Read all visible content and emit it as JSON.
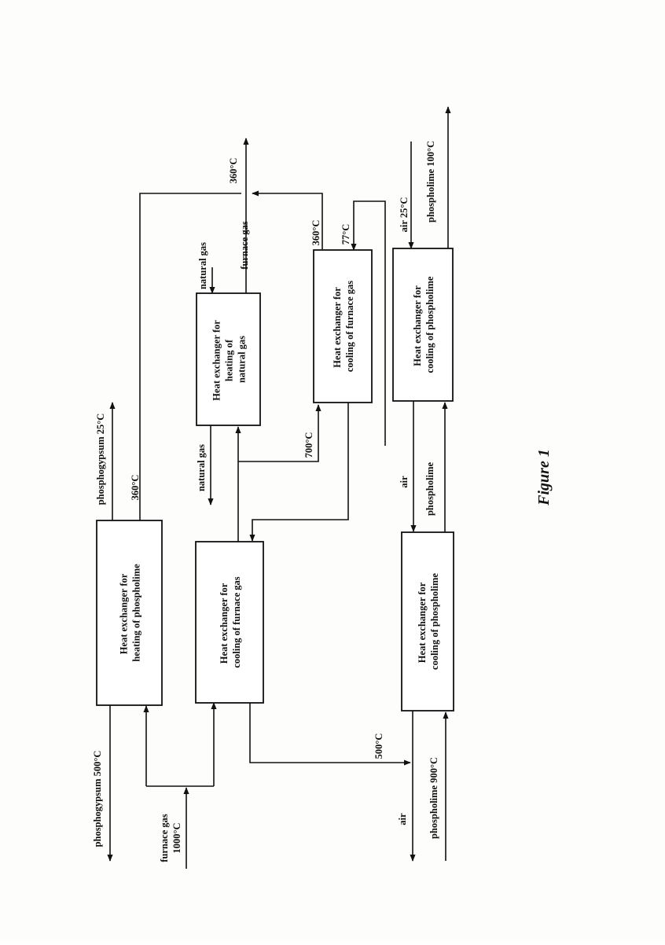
{
  "figure": {
    "caption": "Figure 1"
  },
  "boxes": {
    "hx_heat_phospholime": {
      "line1": "Heat exchanger for",
      "line2": "heating of phospholime"
    },
    "hx_cool_furnace_gas_1": {
      "line1": "Heat exchanger for",
      "line2": "cooling of furnace gas"
    },
    "hx_heat_natural_gas": {
      "line1": "Heat exchanger for",
      "line2": "heating of",
      "line3": "natural gas"
    },
    "hx_cool_furnace_gas_2": {
      "line1": "Heat exchanger for",
      "line2": "cooling of furnace gas"
    },
    "hx_cool_phospholime_1": {
      "line1": "Heat exchanger for",
      "line2": "cooling of phospholime"
    },
    "hx_cool_phospholime_2": {
      "line1": "Heat exchanger for",
      "line2": "cooling of phospholime"
    }
  },
  "labels": {
    "phosphogypsum_in": "phosphogypsum 500°C",
    "phosphogypsum_out": "phosphogypsum 25°C",
    "furnace_gas_in_1": "furnace gas",
    "furnace_gas_in_2": "1000°C",
    "natural_gas_out": "natural gas",
    "natural_gas_in": "natural gas",
    "furnace_gas_exit": "furnace gas",
    "air_bottom": "air",
    "phospholime_in": "phospholime 900°C",
    "air_mid": "air",
    "phospholime_mid": "phospholime",
    "air_in": "air 25°C",
    "phospholime_out": "phospholime 100°C",
    "t360_a": "360°C",
    "t360_b": "360°C",
    "t360_c": "360°C",
    "t700": "700°C",
    "t77": "77°C",
    "t500": "500°C"
  }
}
